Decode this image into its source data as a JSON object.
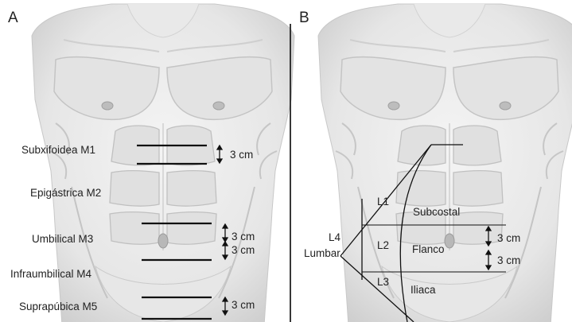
{
  "panels": {
    "left": {
      "letter": "A",
      "region_labels": {
        "m1": "Subxifoidea M1",
        "m2": "Epigástrica M2",
        "m3": "Umbilical M3",
        "m4": "Infraumbilical M4",
        "m5": "Suprapúbica M5"
      },
      "measurements": {
        "d1": "3 cm",
        "d2": "3 cm",
        "d3": "3 cm",
        "d4": "3 cm"
      }
    },
    "right": {
      "letter": "B",
      "zone_codes": {
        "l1": "L1",
        "l2": "L2",
        "l3": "L3",
        "l4": "L4"
      },
      "zone_names": {
        "subcostal": "Subcostal",
        "flanco": "Flanco",
        "iliaca": "Iliaca",
        "lumbar": "Lumbar"
      },
      "measurements": {
        "d1": "3 cm",
        "d2": "3 cm"
      }
    }
  }
}
